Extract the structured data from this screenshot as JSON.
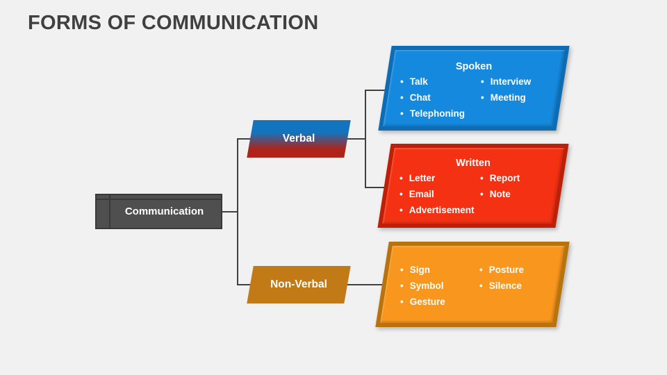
{
  "slide": {
    "title": "FORMS OF COMMUNICATION"
  },
  "root": {
    "label": "Communication"
  },
  "branches": {
    "verbal": {
      "label": "Verbal"
    },
    "nonverbal": {
      "label": "Non-Verbal"
    }
  },
  "boxes": {
    "spoken": {
      "title": "Spoken",
      "left_items": [
        "Talk",
        "Chat",
        "Telephoning"
      ],
      "right_items": [
        "Interview",
        "Meeting"
      ]
    },
    "written": {
      "title": "Written",
      "left_items": [
        "Letter",
        "Email",
        "Advertisement"
      ],
      "right_items": [
        "Report",
        "Note"
      ]
    },
    "nonverbal_detail": {
      "title": "",
      "left_items": [
        "Sign",
        "Symbol",
        "Gesture"
      ],
      "right_items": [
        "Posture",
        "Silence"
      ]
    }
  },
  "colors": {
    "background": "#F1F1F2",
    "title_text": "#404040",
    "connector": "#404040",
    "root_fill": "#4F4F4F",
    "root_border": "#393939",
    "root_text": "#FFFFFF",
    "verbal_top": "#1273BF",
    "verbal_bottom": "#B02318",
    "nonverbal_fill": "#C17A16",
    "spoken_fill": "#1589DE",
    "spoken_border": "#0D6CB3",
    "written_fill": "#F53113",
    "written_border": "#BD2007",
    "detail_fill": "#F8961D",
    "detail_border": "#B8730D"
  }
}
